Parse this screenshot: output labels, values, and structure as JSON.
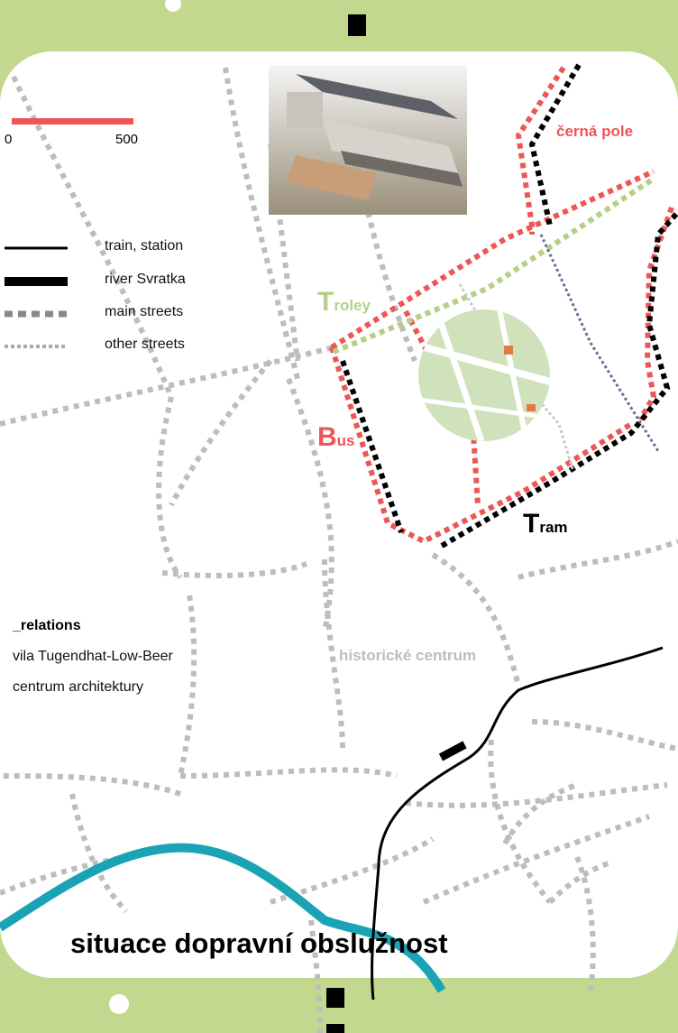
{
  "scale": {
    "min": "0",
    "max": "500",
    "color": "#ee5656"
  },
  "legend": {
    "items": [
      {
        "label": "train, station",
        "icon": "thin-black-line-icon"
      },
      {
        "label": "river Svratka",
        "icon": "thick-black-line-icon"
      },
      {
        "label": "main streets",
        "icon": "thick-gray-dotted-line-icon"
      },
      {
        "label": "other streets",
        "icon": "thin-gray-dotted-line-icon"
      }
    ]
  },
  "transit": {
    "troley": {
      "cap": "T",
      "rest": "roley",
      "color": "#b5cf88"
    },
    "bus": {
      "cap": "B",
      "rest": "us",
      "color": "#ee5656"
    },
    "tram": {
      "cap": "T",
      "rest": "ram",
      "color": "#000000"
    }
  },
  "labels": {
    "cerna_pole": "černá pole",
    "historic_center": "historické centrum",
    "title": "situace dopravní obslužnost"
  },
  "relations": {
    "heading": "_relations",
    "items": [
      "vila Tugendhat-Low-Beer",
      "centrum architektury"
    ]
  },
  "colors": {
    "background": "#c3d88f",
    "map": "#ffffff",
    "river": "#19a3b5",
    "street": "#bdbdbd",
    "route_red": "#ee5656",
    "route_green": "#b5cf88",
    "route_purple": "#6b6b99"
  }
}
